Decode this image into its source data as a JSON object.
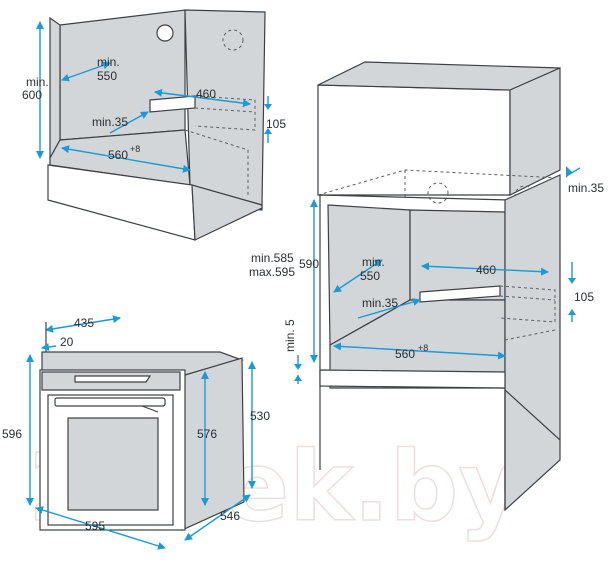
{
  "watermark": "21vek.by",
  "cabinet_top": {
    "min_height_label": "min.\n600",
    "depth_label": "min.\n550",
    "vent_width": "460",
    "vent_height": "105",
    "vent_offset": "min.35",
    "width_label": "560",
    "width_sup": "+8"
  },
  "cabinet_right": {
    "top_gap": "min.35",
    "niche_height_range": "min.585\nmax.595",
    "niche_height": "590",
    "depth_label": "min.\n550",
    "vent_width": "460",
    "vent_height": "105",
    "vent_offset": "min.35",
    "bottom_gap": "min. 5",
    "width_label": "560",
    "width_sup": "+8"
  },
  "oven": {
    "top_depth": "435",
    "door_thickness": "20",
    "total_height": "596",
    "body_height": "576",
    "side_height": "530",
    "front_width": "595",
    "side_depth": "546"
  }
}
